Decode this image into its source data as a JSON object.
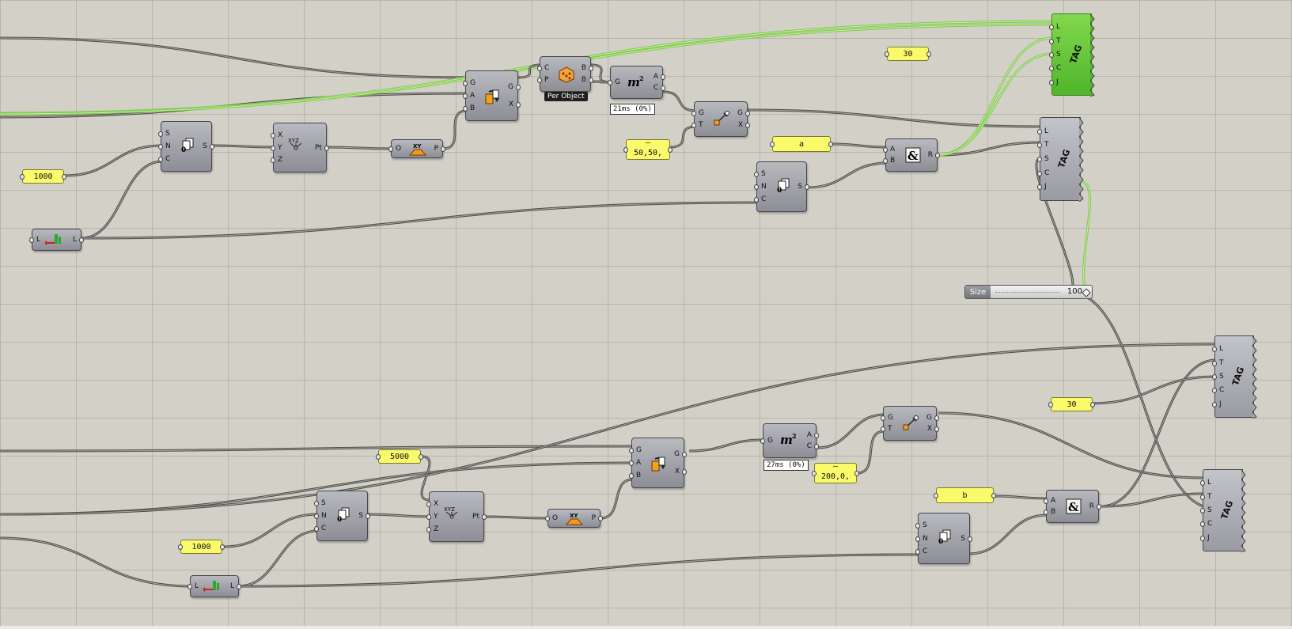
{
  "upper": {
    "panel_1000": "1000",
    "panel_30": "30",
    "panel_a": "a",
    "panel_vec": "50,50,",
    "timer": "21ms (0%)",
    "tooltip": "Per Object"
  },
  "lower": {
    "panel_1000": "1000",
    "panel_5000": "5000",
    "panel_30": "30",
    "panel_b": "b",
    "panel_vec": "200,0,",
    "timer": "27ms (0%)"
  },
  "slider": {
    "name": "Size",
    "value": "100"
  },
  "tag": {
    "label": "TAG",
    "inputs": [
      "L",
      "T",
      "S",
      "C",
      "J"
    ]
  },
  "ports": {
    "series_in": [
      "S",
      "N",
      "C"
    ],
    "series_out": "S",
    "pt_in": [
      "X",
      "Y",
      "Z"
    ],
    "pt_out": "Pt",
    "plane_in": "O",
    "plane_out": "P",
    "rotate_in": [
      "G",
      "A",
      "B"
    ],
    "rotate_out": [
      "G",
      "X"
    ],
    "random_in": [
      "C",
      "P"
    ],
    "random_out": [
      "B",
      "B"
    ],
    "area_in": "G",
    "area_out": [
      "A",
      "C"
    ],
    "move_in": [
      "G",
      "T"
    ],
    "move_out": [
      "G",
      "X"
    ],
    "concat_in": [
      "A",
      "B"
    ],
    "concat_out": "R",
    "length_in": "L",
    "length_out": "L"
  },
  "colors": {
    "canvas": "#d3d0c8",
    "panel": "#fafa6b",
    "component": "#a4a4ab",
    "tag_selected": "#5cc132",
    "wire": "#4d4d4a",
    "wire_selected": "#7fc94a"
  }
}
